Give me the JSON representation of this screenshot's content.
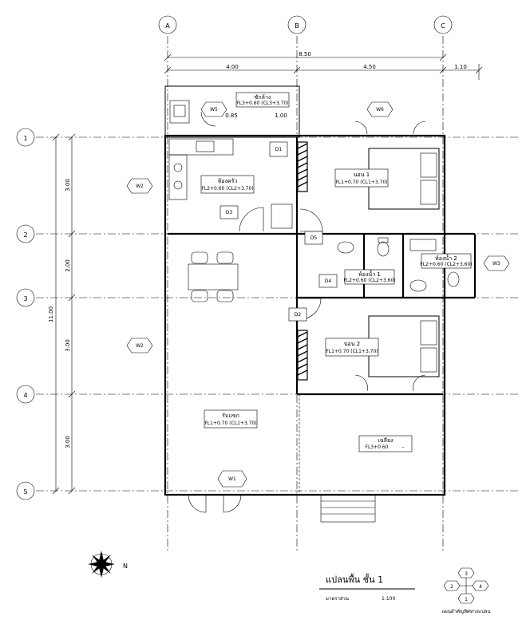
{
  "grid": {
    "columns": [
      "A",
      "B",
      "C"
    ],
    "rows": [
      "1",
      "2",
      "3",
      "4",
      "5"
    ]
  },
  "dimensions": {
    "overall_width": "8.50",
    "span_ab": "4.00",
    "span_bc": "4.50",
    "overhang": "1.10",
    "overall_depth": "11.00",
    "span_12": "3.00",
    "span_23": "2.00",
    "span_34": "3.00",
    "span_45": "3.00",
    "counter_a": "0.85",
    "counter_b": "1.00"
  },
  "rooms": [
    {
      "id": "laundry",
      "name": "ซักล้าง",
      "level": "FL3+0.60 (CL3+3.70)"
    },
    {
      "id": "kitchen",
      "name": "ห้องครัว",
      "level": "FL2+0.60 (CL2+3.70)"
    },
    {
      "id": "bed1",
      "name": "นอน 1",
      "level": "FL1+0.70 (CL1+3.70)"
    },
    {
      "id": "bath1",
      "name": "ห้องน้ำ 1",
      "level": "FL2+0.60 (CL2+3.60)"
    },
    {
      "id": "bath2",
      "name": "ห้องน้ำ 2",
      "level": "FL2+0.60 (CL2+3.60)"
    },
    {
      "id": "bed2",
      "name": "นอน 2",
      "level": "FL1+0.70 (CL1+3.70)"
    },
    {
      "id": "living",
      "name": "รับแขก",
      "level": "FL1+0.70 (CL1+3.70)"
    },
    {
      "id": "terrace",
      "name": "เฉลียง",
      "level": "FL3+0.60",
      "extra": "–"
    }
  ],
  "tags": {
    "door_labels": [
      "D1",
      "D2",
      "D3",
      "D4",
      "D5"
    ],
    "window_labels": [
      "W1",
      "W2",
      "W3",
      "W5",
      "W6"
    ]
  },
  "title_block": {
    "title": "แปลนพื้น ชั้น 1",
    "scale_label": "มาตราส่วน",
    "scale_value": "1:100",
    "north": "N",
    "key_numbers": [
      "1",
      "2",
      "3",
      "4"
    ],
    "key_caption": "แผนสำคัญทิศทางแปลน"
  }
}
